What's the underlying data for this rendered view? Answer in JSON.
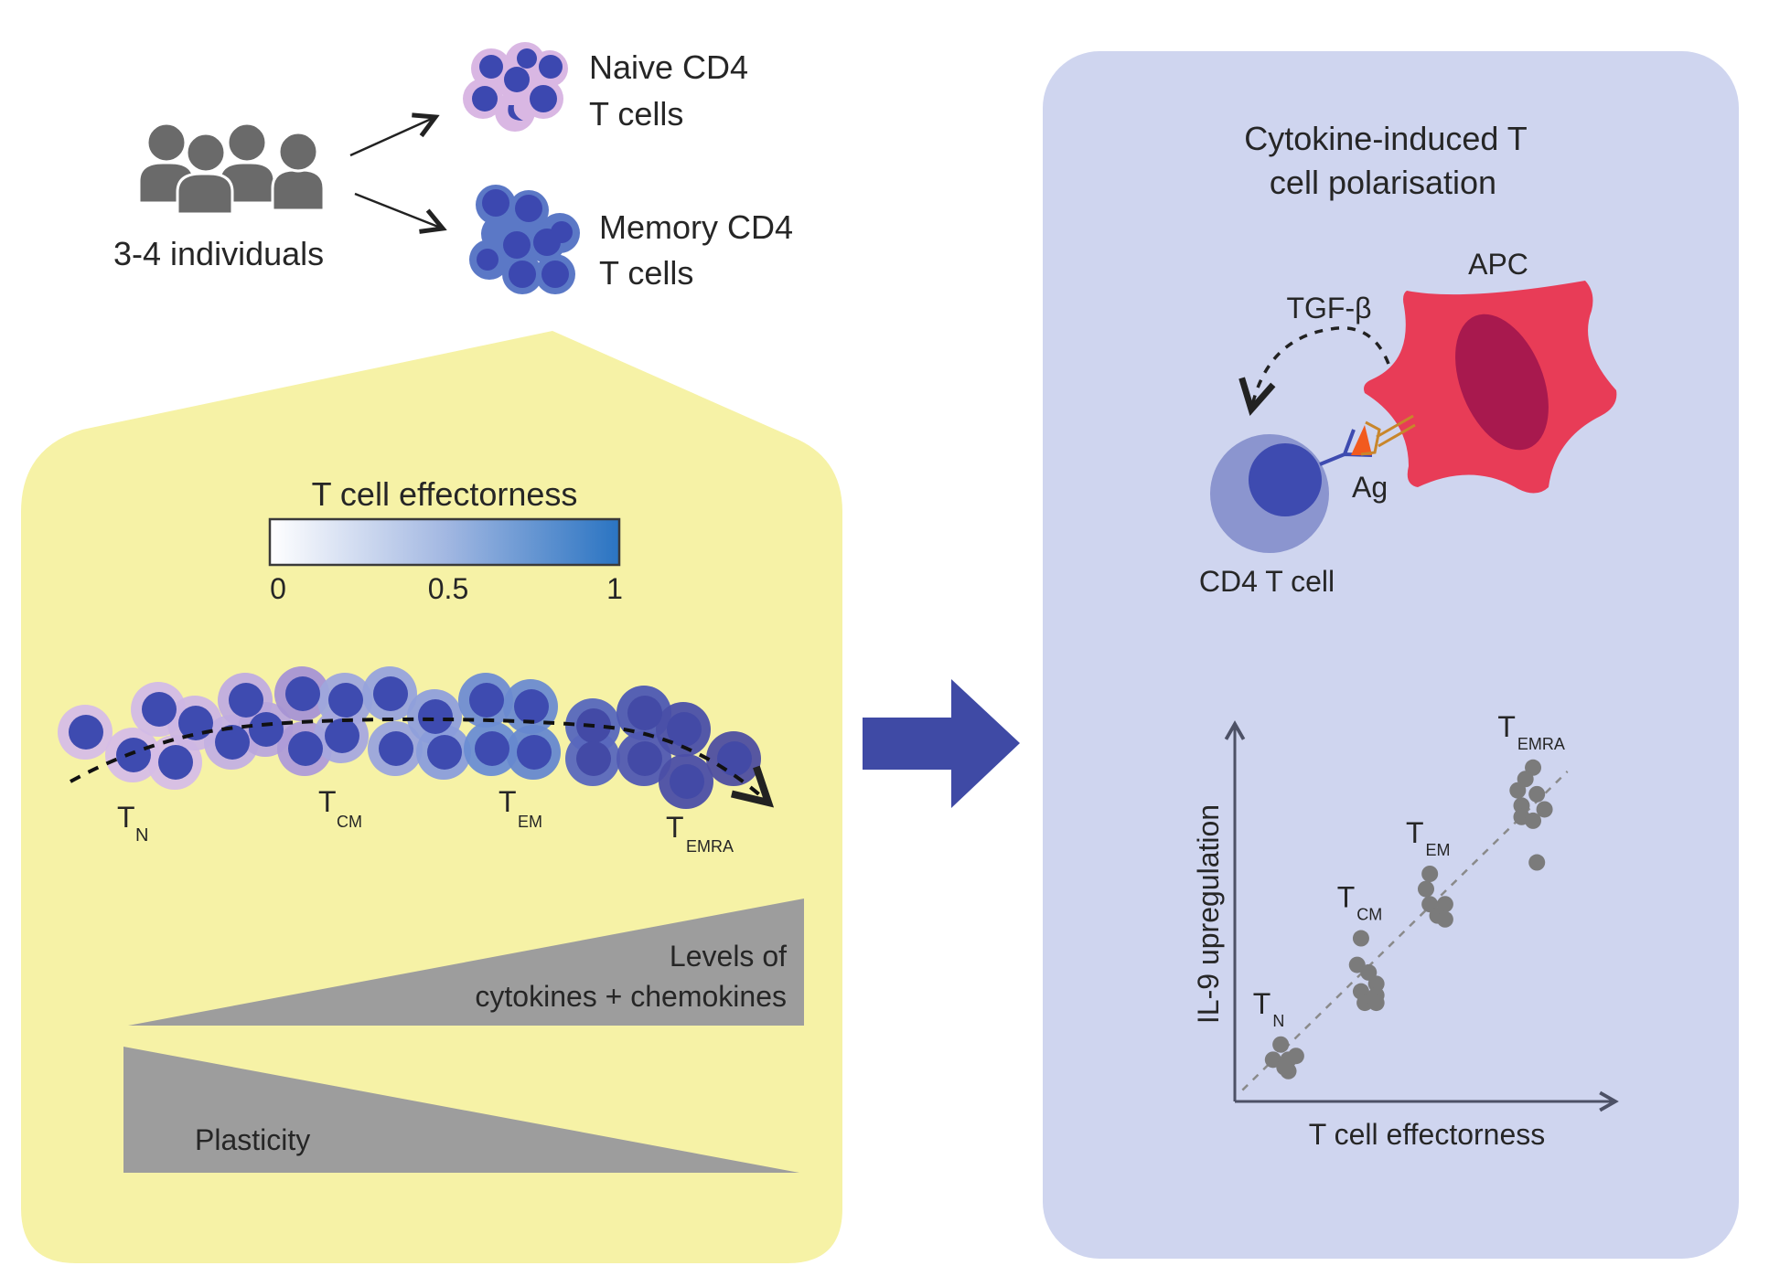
{
  "top": {
    "individuals_label": "3-4 individuals",
    "naive_label_line1": "Naive CD4",
    "naive_label_line2": "T cells",
    "memory_label_line1": "Memory CD4",
    "memory_label_line2": "T cells"
  },
  "left_panel": {
    "colorbar": {
      "title": "T cell effectorness",
      "ticks": [
        "0",
        "0.5",
        "1"
      ],
      "range": [
        0,
        1
      ],
      "colors": [
        "#ffffff",
        "#9fb6e2",
        "#2a74c2"
      ]
    },
    "subsets": [
      {
        "id": "TN",
        "main": "T",
        "sub": "N"
      },
      {
        "id": "TCM",
        "main": "T",
        "sub": "CM"
      },
      {
        "id": "TEM",
        "main": "T",
        "sub": "EM"
      },
      {
        "id": "TEMRA",
        "main": "T",
        "sub": "EMRA"
      }
    ],
    "increasing_wedge_label_line1": "Levels of",
    "increasing_wedge_label_line2": "cytokines + chemokines",
    "decreasing_wedge_label": "Plasticity"
  },
  "right_panel": {
    "title_line1": "Cytokine-induced T",
    "title_line2": "cell polarisation",
    "apc_label": "APC",
    "cytokine_label": "TGF-β",
    "antigen_label": "Ag",
    "tcell_label": "CD4 T cell"
  },
  "colors": {
    "yellow_panel": "#f6f2a6",
    "blue_panel": "#cfd5ef",
    "arrow": "#3f4aa5",
    "apc": "#e83c57",
    "apc_nucleus": "#a8194e",
    "nucleus_blue": "#3e4bb0",
    "tcell_outer": "#8b95cf",
    "wedge_gray": "#9d9d9d",
    "people_gray": "#6a6a6a",
    "scatter_gray": "#7b7b7b"
  },
  "chart_data": {
    "type": "scatter",
    "title": "",
    "xlabel": "T cell effectorness",
    "ylabel": "IL-9 upregulation",
    "xlim": [
      0,
      1
    ],
    "ylim": [
      0,
      1
    ],
    "grid": false,
    "legend": "none",
    "trendline": {
      "style": "dashed",
      "from": [
        0.02,
        0.03
      ],
      "to": [
        0.87,
        0.87
      ]
    },
    "series": [
      {
        "name": "TN",
        "label_main": "T",
        "label_sub": "N",
        "points": [
          [
            0.12,
            0.15
          ],
          [
            0.1,
            0.11
          ],
          [
            0.14,
            0.11
          ],
          [
            0.16,
            0.12
          ],
          [
            0.14,
            0.08
          ],
          [
            0.13,
            0.09
          ]
        ]
      },
      {
        "name": "TCM",
        "label_main": "T",
        "label_sub": "CM",
        "points": [
          [
            0.33,
            0.43
          ],
          [
            0.32,
            0.36
          ],
          [
            0.35,
            0.34
          ],
          [
            0.37,
            0.31
          ],
          [
            0.33,
            0.29
          ],
          [
            0.37,
            0.28
          ],
          [
            0.34,
            0.26
          ],
          [
            0.37,
            0.26
          ]
        ]
      },
      {
        "name": "TEM",
        "label_main": "T",
        "label_sub": "EM",
        "points": [
          [
            0.51,
            0.6
          ],
          [
            0.5,
            0.56
          ],
          [
            0.51,
            0.52
          ],
          [
            0.55,
            0.52
          ],
          [
            0.53,
            0.49
          ],
          [
            0.55,
            0.48
          ]
        ]
      },
      {
        "name": "TEMRA",
        "label_main": "T",
        "label_sub": "EMRA",
        "points": [
          [
            0.78,
            0.88
          ],
          [
            0.76,
            0.85
          ],
          [
            0.74,
            0.82
          ],
          [
            0.79,
            0.81
          ],
          [
            0.75,
            0.78
          ],
          [
            0.81,
            0.77
          ],
          [
            0.75,
            0.75
          ],
          [
            0.78,
            0.74
          ],
          [
            0.79,
            0.63
          ]
        ]
      }
    ]
  }
}
